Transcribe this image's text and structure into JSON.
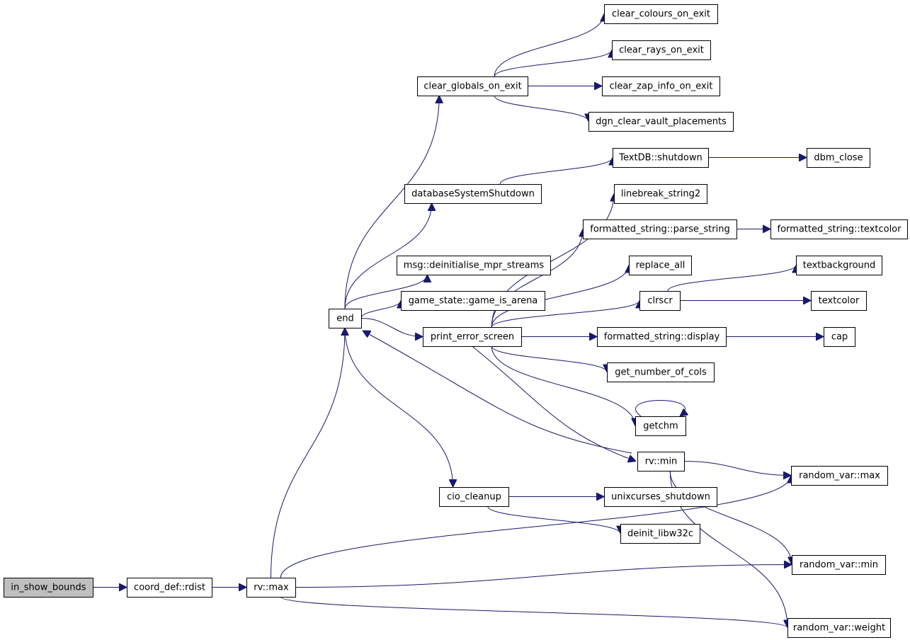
{
  "graph": {
    "root": "in_show_bounds",
    "nodes": {
      "in_show_bounds": "in_show_bounds",
      "coord_def_rdist": "coord_def::rdist",
      "rv_max": "rv::max",
      "end": "end",
      "clear_globals_on_exit": "clear_globals_on_exit",
      "clear_colours_on_exit": "clear_colours_on_exit",
      "clear_rays_on_exit": "clear_rays_on_exit",
      "clear_zap_info_on_exit": "clear_zap_info_on_exit",
      "dgn_clear_vault_placements": "dgn_clear_vault_placements",
      "databaseSystemShutdown": "databaseSystemShutdown",
      "textdb_shutdown": "TextDB::shutdown",
      "dbm_close": "dbm_close",
      "msg_deinitialise": "msg::deinitialise_mpr_streams",
      "game_is_arena": "game_state::game_is_arena",
      "print_error_screen": "print_error_screen",
      "linebreak_string2": "linebreak_string2",
      "parse_string": "formatted_string::parse_string",
      "fs_textcolor": "formatted_string::textcolor",
      "replace_all": "replace_all",
      "clrscr": "clrscr",
      "textbackground": "textbackground",
      "textcolor": "textcolor",
      "fs_display": "formatted_string::display",
      "cap": "cap",
      "get_number_of_cols": "get_number_of_cols",
      "getchm": "getchm",
      "rv_min": "rv::min",
      "cio_cleanup": "cio_cleanup",
      "unixcurses_shutdown": "unixcurses_shutdown",
      "deinit_libw32c": "deinit_libw32c",
      "random_var_max": "random_var::max",
      "random_var_min": "random_var::min",
      "random_var_weight": "random_var::weight"
    },
    "edges": [
      [
        "in_show_bounds",
        "coord_def_rdist"
      ],
      [
        "coord_def_rdist",
        "rv_max"
      ],
      [
        "rv_max",
        "end"
      ],
      [
        "rv_max",
        "random_var_max"
      ],
      [
        "rv_max",
        "random_var_min"
      ],
      [
        "rv_max",
        "random_var_weight"
      ],
      [
        "end",
        "clear_globals_on_exit"
      ],
      [
        "end",
        "databaseSystemShutdown"
      ],
      [
        "end",
        "msg_deinitialise"
      ],
      [
        "end",
        "game_is_arena"
      ],
      [
        "end",
        "print_error_screen"
      ],
      [
        "end",
        "cio_cleanup"
      ],
      [
        "clear_globals_on_exit",
        "clear_colours_on_exit"
      ],
      [
        "clear_globals_on_exit",
        "clear_rays_on_exit"
      ],
      [
        "clear_globals_on_exit",
        "clear_zap_info_on_exit"
      ],
      [
        "clear_globals_on_exit",
        "dgn_clear_vault_placements"
      ],
      [
        "databaseSystemShutdown",
        "textdb_shutdown"
      ],
      [
        "textdb_shutdown",
        "dbm_close"
      ],
      [
        "print_error_screen",
        "linebreak_string2"
      ],
      [
        "print_error_screen",
        "parse_string"
      ],
      [
        "print_error_screen",
        "replace_all"
      ],
      [
        "print_error_screen",
        "clrscr"
      ],
      [
        "print_error_screen",
        "fs_display"
      ],
      [
        "print_error_screen",
        "get_number_of_cols"
      ],
      [
        "print_error_screen",
        "getchm"
      ],
      [
        "print_error_screen",
        "rv_min"
      ],
      [
        "parse_string",
        "fs_textcolor"
      ],
      [
        "clrscr",
        "textbackground"
      ],
      [
        "clrscr",
        "textcolor"
      ],
      [
        "fs_display",
        "cap"
      ],
      [
        "getchm",
        "getchm"
      ],
      [
        "rv_min",
        "end"
      ],
      [
        "rv_min",
        "random_var_max"
      ],
      [
        "rv_min",
        "random_var_min"
      ],
      [
        "rv_min",
        "random_var_weight"
      ],
      [
        "cio_cleanup",
        "unixcurses_shutdown"
      ],
      [
        "cio_cleanup",
        "deinit_libw32c"
      ]
    ]
  }
}
